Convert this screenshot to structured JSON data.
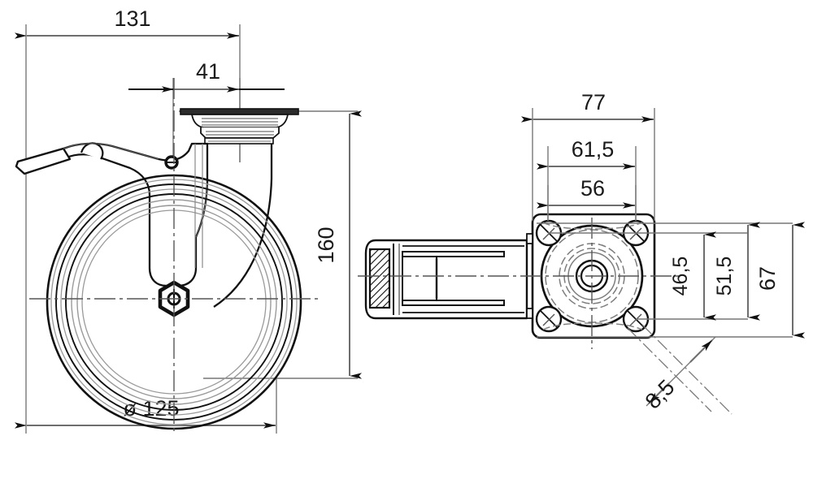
{
  "drawing": {
    "title": "Swivel caster with brake - dimensioned technical drawing",
    "units": "mm",
    "decimal_separator": ",",
    "line_color": "#1a1a1a",
    "dimension_line_color": "#6e6e6e",
    "background": "#ffffff"
  },
  "views": {
    "front": {
      "name": "front-elevation-view",
      "description": "Side elevation of swivel caster showing wheel, fork, brake lever and top mounting plate"
    },
    "top": {
      "name": "top-plate-view",
      "description": "View of the top mounting plate with four bolt holes and swivel bearing, wheel shown edge-on at left"
    }
  },
  "dimensions": {
    "overall_width": {
      "label": "131",
      "name": "dim-overall-width",
      "orientation": "horizontal",
      "view": "front"
    },
    "offset": {
      "label": "41",
      "name": "dim-swivel-offset",
      "orientation": "horizontal",
      "view": "front"
    },
    "overall_height": {
      "label": "160",
      "name": "dim-overall-height",
      "orientation": "vertical",
      "view": "front"
    },
    "wheel_diameter": {
      "label": "125",
      "prefix": "ø",
      "full_label": "ø 125",
      "name": "dim-wheel-diameter",
      "orientation": "horizontal",
      "view": "front"
    },
    "plate_width": {
      "label": "77",
      "name": "dim-plate-width",
      "orientation": "horizontal",
      "view": "top"
    },
    "hole_spacing_x_outer": {
      "label": "61,5",
      "name": "dim-hole-spacing-x-outer",
      "orientation": "horizontal",
      "view": "top"
    },
    "hole_spacing_x_inner": {
      "label": "56",
      "name": "dim-hole-spacing-x-inner",
      "orientation": "horizontal",
      "view": "top"
    },
    "hole_spacing_y_inner": {
      "label": "46,5",
      "name": "dim-hole-spacing-y-inner",
      "orientation": "vertical",
      "view": "top"
    },
    "hole_spacing_y_outer": {
      "label": "51,5",
      "name": "dim-hole-spacing-y-outer",
      "orientation": "vertical",
      "view": "top"
    },
    "plate_depth": {
      "label": "67",
      "name": "dim-plate-depth",
      "orientation": "vertical",
      "view": "top"
    },
    "bolt_hole_diameter": {
      "label": "8,5",
      "name": "dim-bolt-hole-diameter",
      "orientation": "diagonal",
      "view": "top"
    }
  }
}
